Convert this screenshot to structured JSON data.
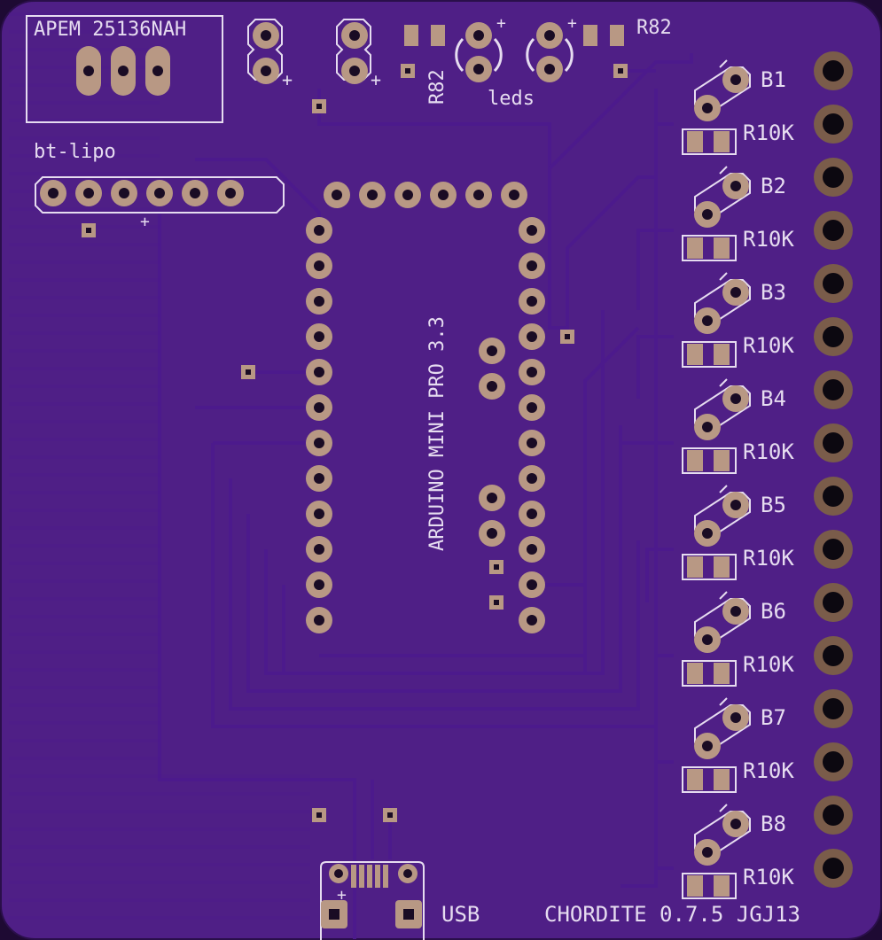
{
  "board": {
    "colors": {
      "background": "#1e0a33",
      "board": "#4f1f86",
      "trace": "#4c1a8c",
      "silkscreen": "#e6dcf0",
      "pad": "#b89884",
      "drill": "#1a0c24"
    },
    "switch_label": "APEM 25136NAH",
    "lipo_label": "bt-lipo",
    "resistor_label_top": "R82",
    "resistor_label_vertical": "R82",
    "leds_label": "leds",
    "plus_sign": "+",
    "arduino_label": "ARDUINO MINI PRO 3.3",
    "usb_label": "USB",
    "board_name": "CHORDITE 0.7.5 JGJ13",
    "buttons": [
      {
        "name": "B1",
        "resistor": "R10K"
      },
      {
        "name": "B2",
        "resistor": "R10K"
      },
      {
        "name": "B3",
        "resistor": "R10K"
      },
      {
        "name": "B4",
        "resistor": "R10K"
      },
      {
        "name": "B5",
        "resistor": "R10K"
      },
      {
        "name": "B6",
        "resistor": "R10K"
      },
      {
        "name": "B7",
        "resistor": "R10K"
      },
      {
        "name": "B8",
        "resistor": "R10K"
      }
    ]
  }
}
